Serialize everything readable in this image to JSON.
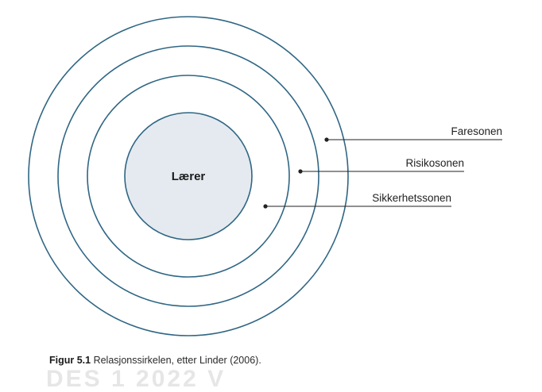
{
  "diagram": {
    "center_label": "Lærer",
    "zones": [
      {
        "label": "Faresonen"
      },
      {
        "label": "Risikosonen"
      },
      {
        "label": "Sikkerhetssonen"
      }
    ],
    "colors": {
      "circle_stroke": "#2f6684",
      "center_fill": "#e4eaf0",
      "leader_line": "#222222"
    }
  },
  "caption": {
    "figure_number": "Figur 5.1",
    "text": "Relasjonssirkelen, etter Linder (2006)."
  },
  "watermark": "DES 1 2022 V"
}
